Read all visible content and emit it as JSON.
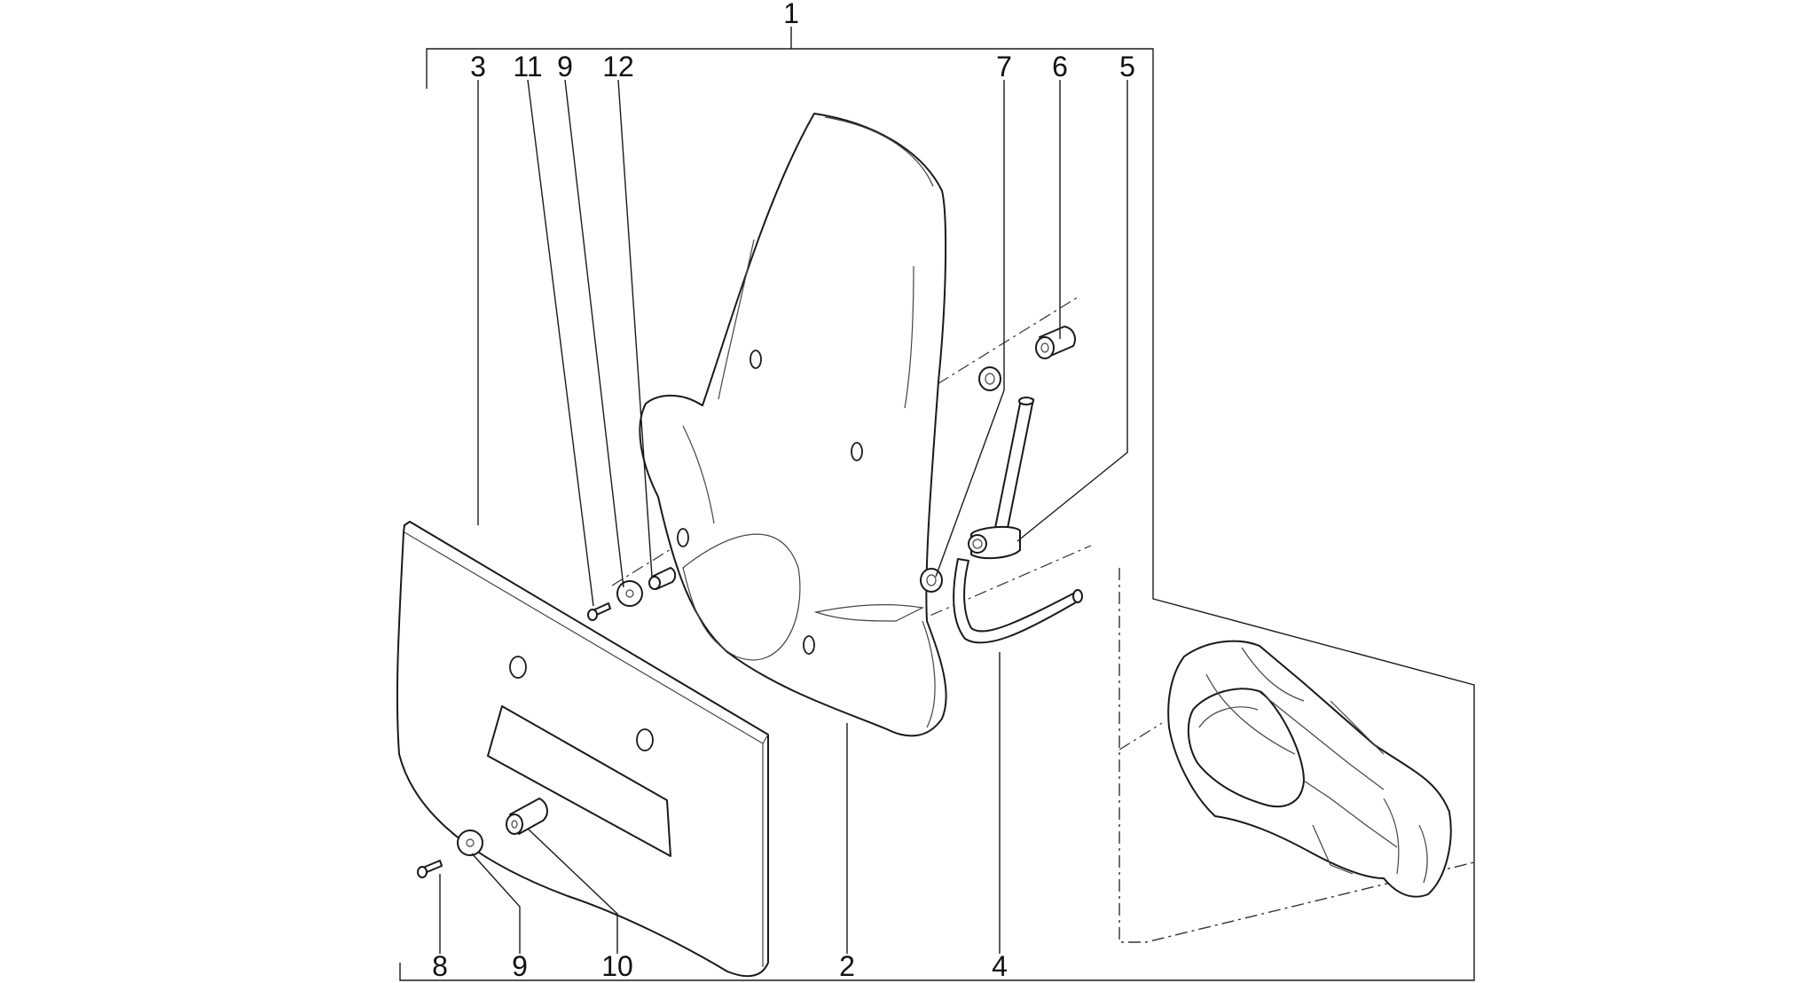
{
  "diagram": {
    "callouts": {
      "c1": "1",
      "c2": "2",
      "c3": "3",
      "c4": "4",
      "c5": "5",
      "c6": "6",
      "c7": "7",
      "c8": "8",
      "c9_top": "9",
      "c9_bottom": "9",
      "c10": "10",
      "c11": "11",
      "c12": "12"
    },
    "colors": {
      "line": "#1a1a1a",
      "background": "#ffffff"
    }
  }
}
